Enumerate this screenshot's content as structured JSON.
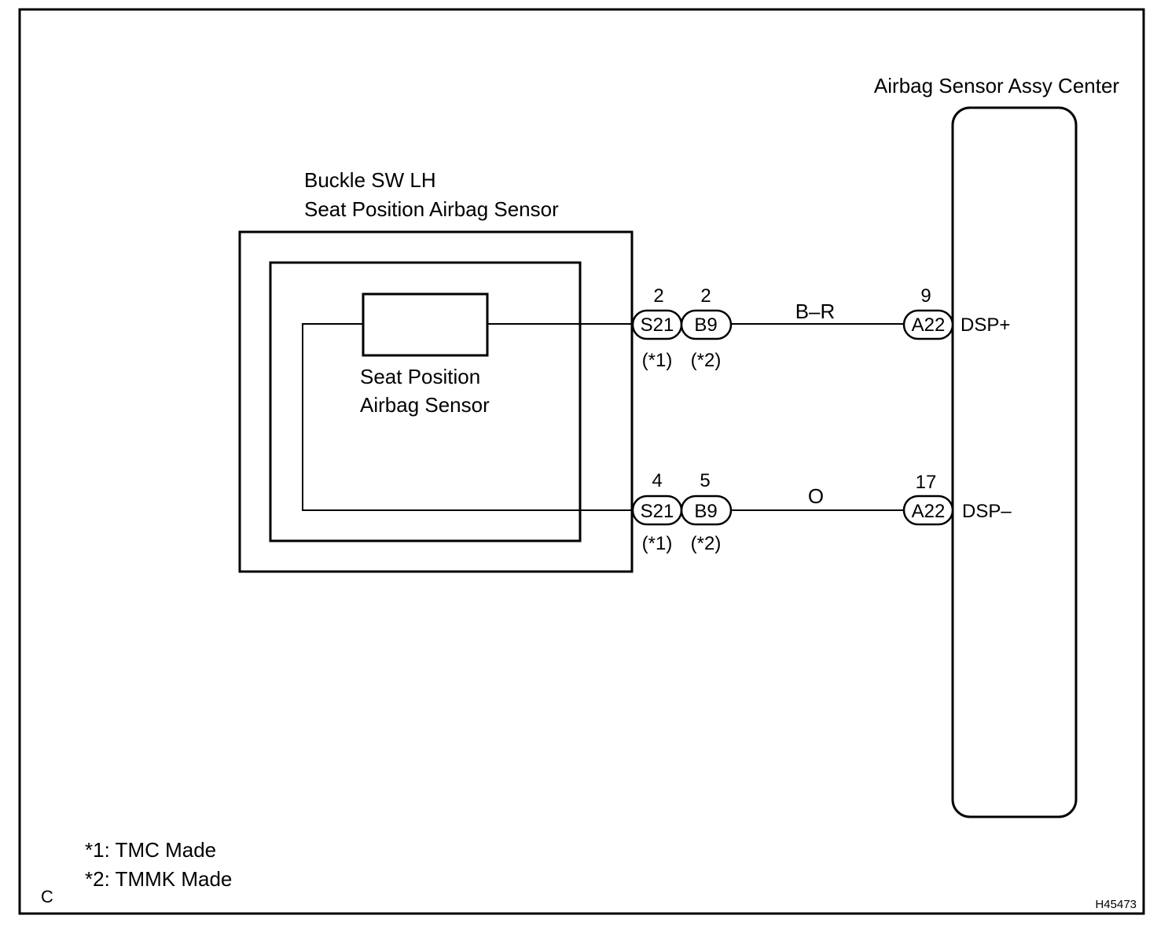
{
  "airbag_sensor_assy": {
    "title": "Airbag Sensor Assy Center"
  },
  "buckle_sw": {
    "title_line1": "Buckle SW LH",
    "title_line2": "Seat Position Airbag Sensor",
    "inner_label_line1": "Seat Position",
    "inner_label_line2": "Airbag Sensor"
  },
  "circuits": [
    {
      "wire_color": "B–R",
      "left_connectors": [
        {
          "pin": "2",
          "id": "S21",
          "note": "(*1)"
        },
        {
          "pin": "2",
          "id": "B9",
          "note": "(*2)"
        }
      ],
      "right_connector": {
        "pin": "9",
        "id": "A22"
      },
      "terminal": "DSP+"
    },
    {
      "wire_color": "O",
      "left_connectors": [
        {
          "pin": "4",
          "id": "S21",
          "note": "(*1)"
        },
        {
          "pin": "5",
          "id": "B9",
          "note": "(*2)"
        }
      ],
      "right_connector": {
        "pin": "17",
        "id": "A22"
      },
      "terminal": "DSP–"
    }
  ],
  "footnotes": [
    "*1: TMC Made",
    "*2: TMMK Made"
  ],
  "corner_mark": "C",
  "figure_id": "H45473"
}
